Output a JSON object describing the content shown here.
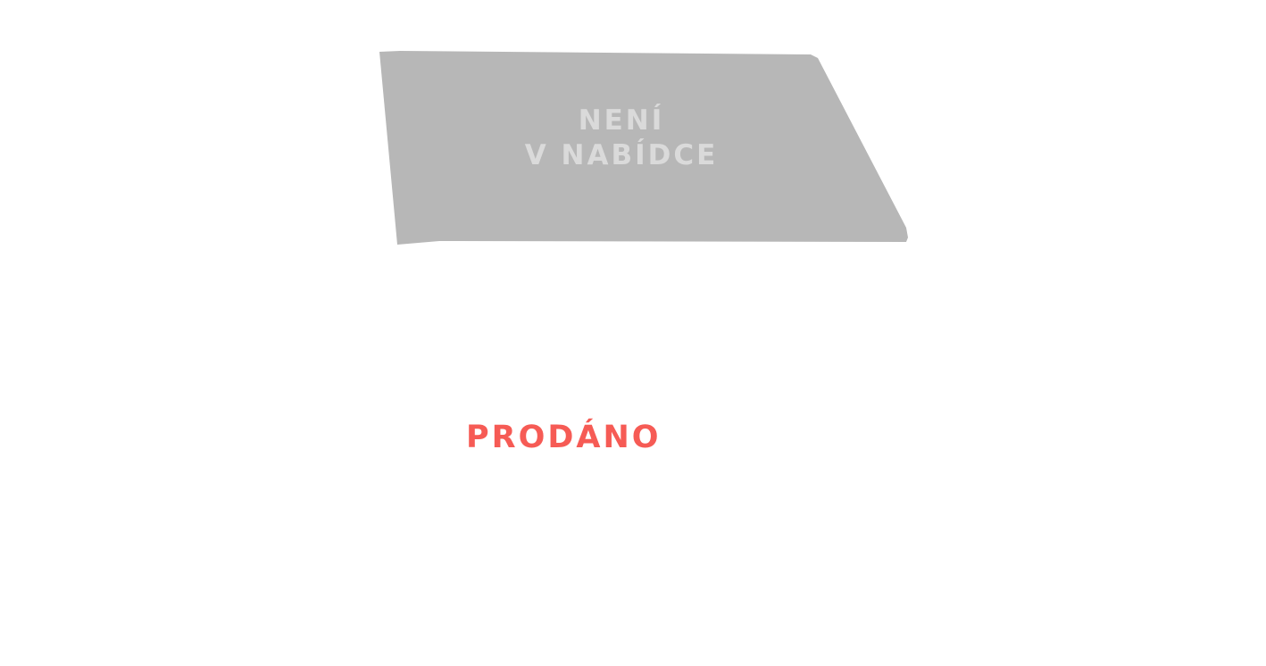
{
  "badge": {
    "line1": "NENÍ",
    "line2": "V NABÍDCE",
    "fill_color": "#b7b7b7",
    "text_color": "#dadada"
  },
  "status": {
    "label": "PRODÁNO",
    "color": "#f65b55"
  }
}
